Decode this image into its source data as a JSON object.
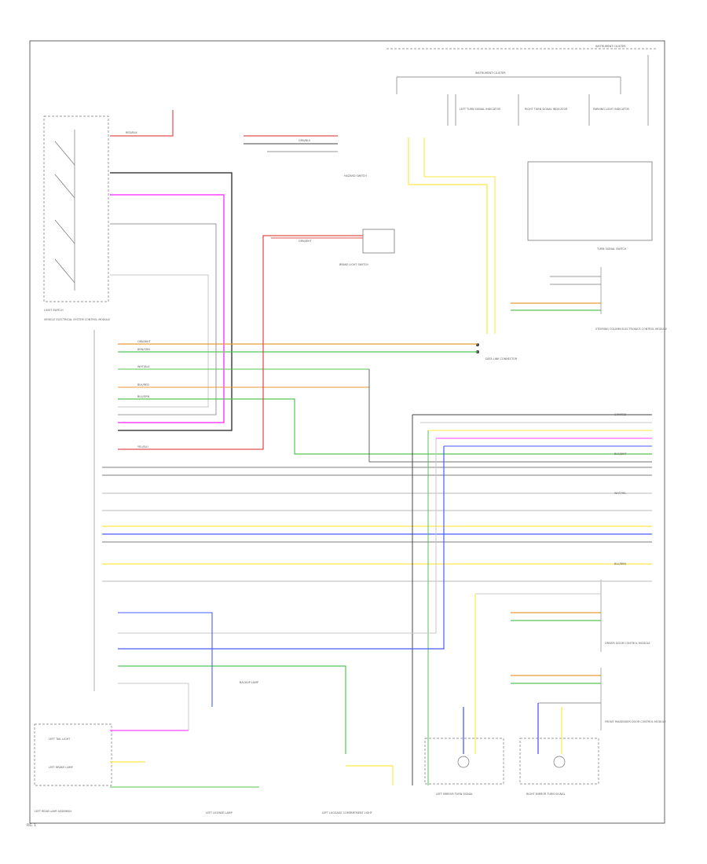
{
  "diagram": {
    "page_label": "FIG. 1",
    "header_box_label": "INSTRUMENT CLUSTER",
    "wire_colors": {
      "red": "#e05050",
      "orange": "#e89a3a",
      "green": "#56c456",
      "yellow": "#ffe84a",
      "pink": "#ff44ff",
      "blue": "#4a5cff",
      "lightblue": "#9fb0ff",
      "gray": "#999999",
      "dark": "#444444",
      "lightgray": "#c8c8c8",
      "black": "#222222"
    },
    "wire_color_codes": [
      "RED/BLK",
      "GRN/BLU",
      "GRN/WHT",
      "ORN/WHT",
      "BRN/GRN",
      "WHT/BLK",
      "BLK/RED",
      "BLU/GRN",
      "YEL/BLU",
      "GRY/RED",
      "BLK/WHT",
      "WHT/YEL",
      "BLU/BRN"
    ],
    "components": {
      "light_switch": "LIGHT SWITCH",
      "vehicle_electrical_system_control_module": "VEHICLE ELECTRICAL SYSTEM CONTROL MODULE",
      "instrument_cluster": "INSTRUMENT CLUSTER",
      "left_turn_signal": "LEFT TURN SIGNAL INDICATOR",
      "right_turn_signal": "RIGHT TURN SIGNAL INDICATOR",
      "parking_light_indicator": "PARKING LIGHT INDICATOR",
      "brake_light_switch": "BRAKE LIGHT SWITCH",
      "hazard_switch": "HAZARD SWITCH",
      "data_link_connector": "DATA LINK CONNECTOR",
      "steering_column_module": "STEERING COLUMN ELECTRONICS CONTROL MODULE",
      "turn_signal_switch": "TURN SIGNAL SWITCH",
      "left_tail_light": "LEFT TAIL LIGHT",
      "left_brake_lamp": "LEFT BRAKE LAMP",
      "left_rear_lamp_assembly": "LEFT REAR LAMP ASSEMBLY",
      "backup_lamp": "BACKUP LAMP",
      "left_license_lamp": "LEFT LICENSE LAMP",
      "luggage_compartment_light": "LEFT LUGGAGE COMPARTMENT LIGHT",
      "left_mirror_signal": "LEFT MIRROR TURN SIGNAL",
      "right_mirror_signal": "RIGHT MIRROR TURN SIGNAL",
      "driver_door_module": "DRIVER DOOR CONTROL MODULE",
      "passenger_door_module": "FRONT PASSENGER DOOR CONTROL MODULE"
    }
  }
}
